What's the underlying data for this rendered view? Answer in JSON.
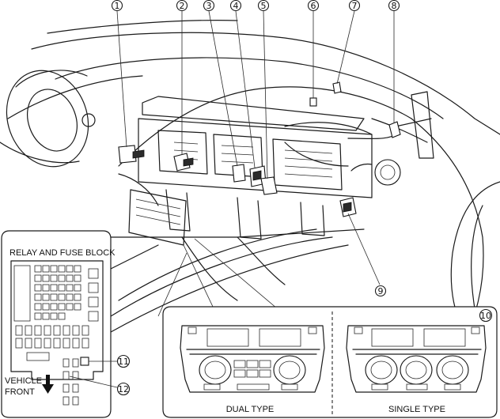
{
  "callouts": [
    "1",
    "2",
    "3",
    "4",
    "5",
    "6",
    "7",
    "8",
    "9",
    "10",
    "11",
    "12"
  ],
  "relay_block_title": "RELAY AND FUSE BLOCK",
  "vehicle_front": [
    "VEHICLE",
    "FRONT"
  ],
  "panel_labels": {
    "dual": "DUAL TYPE",
    "single": "SINGLE TYPE"
  },
  "icons": [
    "arrow-down-icon",
    "dial-icon",
    "fuse-icon",
    "relay-icon"
  ]
}
